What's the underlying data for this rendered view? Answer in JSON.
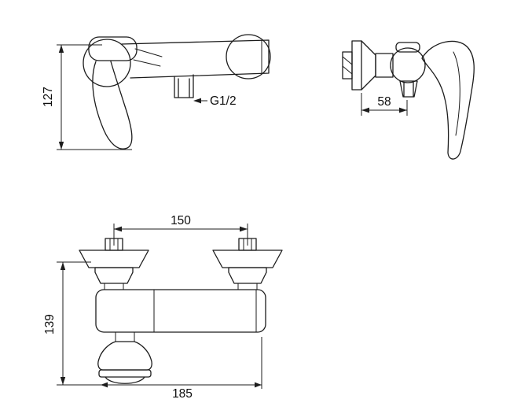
{
  "drawing": {
    "background_color": "#ffffff",
    "line_color": "#1c1c1c",
    "top_view": {
      "height_label": "127",
      "thread_label": "G1/2"
    },
    "side_view": {
      "depth_label": "58"
    },
    "front_view": {
      "spacing_label": "150",
      "height_label": "139",
      "width_label": "185"
    }
  }
}
